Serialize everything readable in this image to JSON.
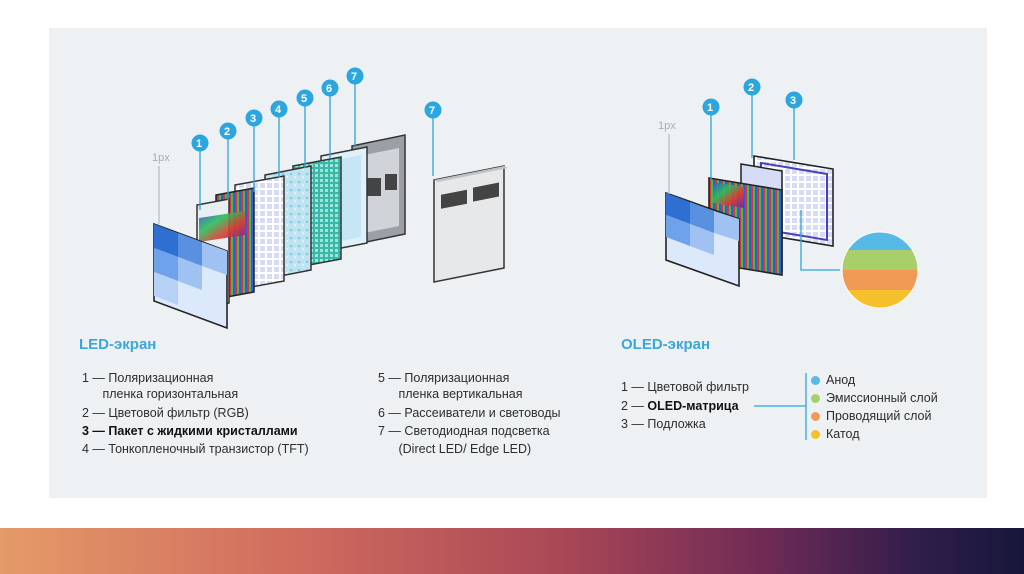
{
  "led": {
    "heading": "LED-экран",
    "px_label": "1px",
    "layer_numbers": [
      "1",
      "2",
      "3",
      "4",
      "5",
      "6",
      "7",
      "7"
    ],
    "items_left": [
      {
        "num": "1 —",
        "text": "Поляризационная"
      },
      {
        "num": "",
        "text": "пленка горизонтальная"
      },
      {
        "num": "2 —",
        "text": "Цветовой фильтр (RGB)"
      },
      {
        "num": "3 —",
        "text": "Пакет с жидкими кристаллами"
      },
      {
        "num": "4 —",
        "text": "Тонкопленочный транзистор (TFT)"
      }
    ],
    "items_right": [
      {
        "num": "5 —",
        "text": "Поляризационная"
      },
      {
        "num": "",
        "text": "пленка вертикальная"
      },
      {
        "num": "6 —",
        "text": "Рассеиватели и световоды"
      },
      {
        "num": "7 —",
        "text": "Светодиодная подсветка"
      },
      {
        "num": "",
        "text": "(Direct LED/ Edge LED)"
      }
    ]
  },
  "oled": {
    "heading": "OLED-экран",
    "px_label": "1px",
    "layer_numbers": [
      "1",
      "2",
      "3"
    ],
    "items": [
      {
        "num": "1 —",
        "text": "Цветовой фильтр"
      },
      {
        "num": "2 —",
        "text": "OLED-матрица"
      },
      {
        "num": "3 —",
        "text": "Подложка"
      }
    ],
    "legend": [
      {
        "label": "Анод",
        "color": "#56b9e6"
      },
      {
        "label": "Эмиссионный слой",
        "color": "#a9cf6a"
      },
      {
        "label": "Проводящий слой",
        "color": "#f19a55"
      },
      {
        "label": "Катод",
        "color": "#f5c02b"
      }
    ]
  },
  "colors": {
    "accent": "#2ca6df",
    "bottom_bar_start": "#e59a68",
    "bottom_bar_end": "#16163a"
  }
}
